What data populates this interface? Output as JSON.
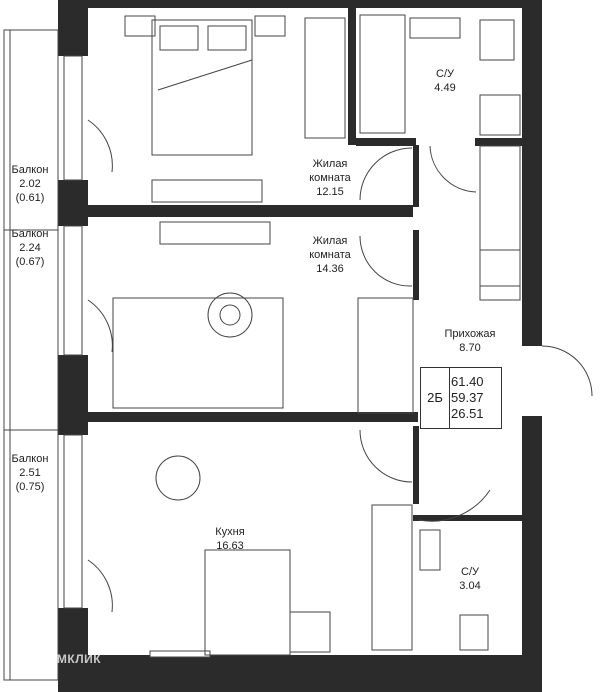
{
  "rooms": {
    "balcony1": {
      "label": "Балкон",
      "area": "2.02",
      "sub": "(0.61)"
    },
    "balcony2": {
      "label": "Балкон",
      "area": "2.24",
      "sub": "(0.67)"
    },
    "balcony3": {
      "label": "Балкон",
      "area": "2.51",
      "sub": "(0.75)"
    },
    "living1": {
      "label1": "Жилая",
      "label2": "комната",
      "area": "12.15"
    },
    "living2": {
      "label1": "Жилая",
      "label2": "комната",
      "area": "14.36"
    },
    "bath1": {
      "label": "С/У",
      "area": "4.49"
    },
    "bath2": {
      "label": "С/У",
      "area": "3.04"
    },
    "hall": {
      "label": "Прихожая",
      "area": "8.70"
    },
    "kitchen": {
      "label": "Кухня",
      "area": "16.63"
    }
  },
  "summary": {
    "type": "2Б",
    "total": "61.40",
    "living": "59.37",
    "residential": "26.51"
  },
  "watermark": "ДОМКЛИК",
  "colors": {
    "wall": "#2b2b2b",
    "line": "#444444"
  }
}
